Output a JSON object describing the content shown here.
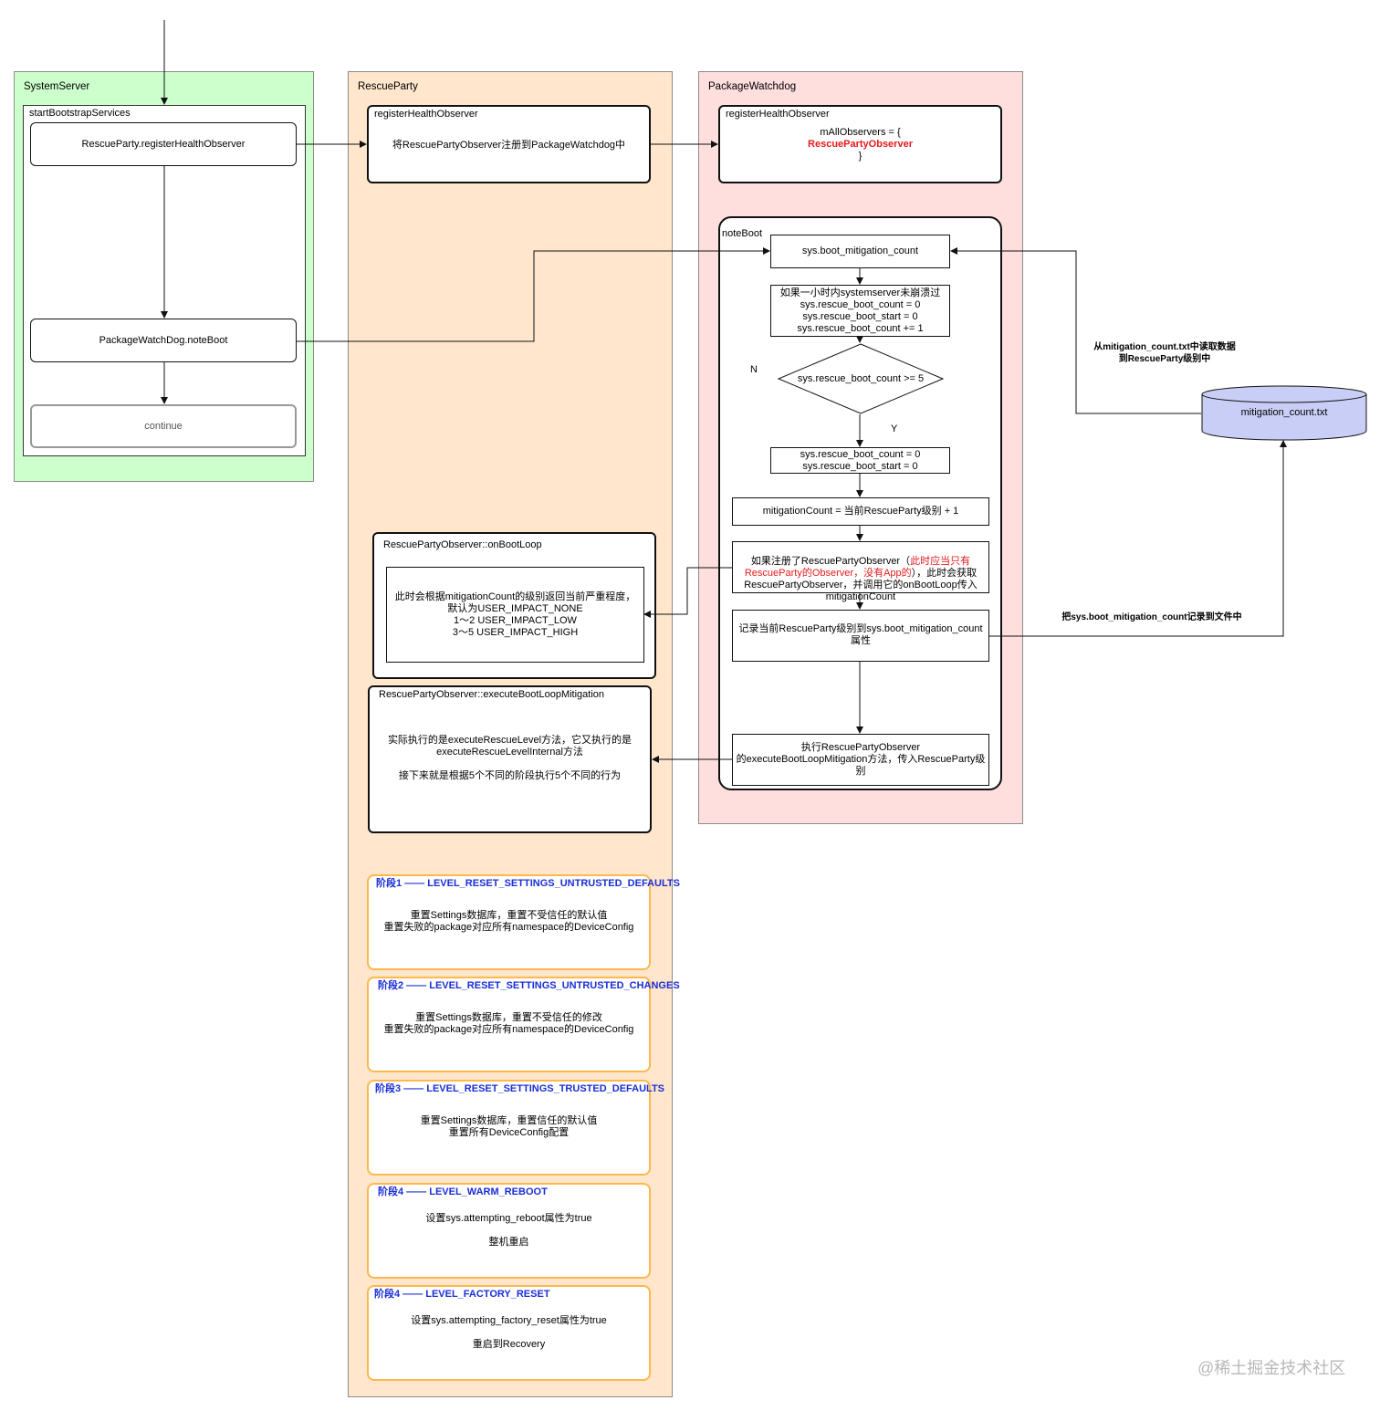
{
  "lanes": {
    "system_server": "SystemServer",
    "rescue_party": "RescueParty",
    "package_watchdog": "PackageWatchdog"
  },
  "system_server": {
    "group_title": "startBootstrapServices",
    "register_observer": "RescueParty.registerHealthObserver",
    "note_boot": "PackageWatchDog.noteBoot",
    "continue": "continue"
  },
  "rescue_party": {
    "register": {
      "title": "registerHealthObserver",
      "body": "将RescuePartyObserver注册到PackageWatchdog中"
    },
    "on_boot_loop": {
      "title": "RescuePartyObserver::onBootLoop",
      "body": "此时会根据mitigationCount的级别返回当前严重程度，\n默认为USER_IMPACT_NONE\n1～2 USER_IMPACT_LOW\n3～5 USER_IMPACT_HIGH"
    },
    "execute": {
      "title": "RescuePartyObserver::executeBootLoopMitigation",
      "body": "实际执行的是executeRescueLevel方法，它又执行的是\nexecuteRescueLevelInternal方法\n\n接下来就是根据5个不同的阶段执行5个不同的行为"
    },
    "stages": [
      {
        "title": "阶段1 —— LEVEL_RESET_SETTINGS_UNTRUSTED_DEFAULTS",
        "body": "重置Settings数据库，重置不受信任的默认值\n重置失败的package对应所有namespace的DeviceConfig"
      },
      {
        "title": "阶段2 —— LEVEL_RESET_SETTINGS_UNTRUSTED_CHANGES",
        "body": "重置Settings数据库，重置不受信任的修改\n重置失败的package对应所有namespace的DeviceConfig"
      },
      {
        "title": "阶段3 —— LEVEL_RESET_SETTINGS_TRUSTED_DEFAULTS",
        "body": "重置Settings数据库，重置信任的默认值\n重置所有DeviceConfig配置"
      },
      {
        "title": "阶段4 —— LEVEL_WARM_REBOOT",
        "body": "设置sys.attempting_reboot属性为true\n\n整机重启"
      },
      {
        "title": "阶段4 —— LEVEL_FACTORY_RESET",
        "body": "设置sys.attempting_factory_reset属性为true\n\n重启到Recovery"
      }
    ]
  },
  "package_watchdog": {
    "register": {
      "title": "registerHealthObserver",
      "line1": "mAllObservers = {",
      "line2": "RescuePartyObserver",
      "line3": "}"
    },
    "note_boot": {
      "title": "noteBoot",
      "mitigation_prop": "sys.boot_mitigation_count",
      "check_hour": "如果一小时内systemserver未崩溃过\nsys.rescue_boot_count = 0\nsys.rescue_boot_start = 0\nsys.rescue_boot_count += 1",
      "decision": "sys.rescue_boot_count >= 5",
      "no_label": "N",
      "yes_label": "Y",
      "reset_counts": "sys.rescue_boot_count = 0\nsys.rescue_boot_start = 0",
      "mitigation_count": "mitigationCount = 当前RescueParty级别 + 1",
      "registered_prefix": "如果注册了RescuePartyObserver（",
      "registered_red": "此时应当只有RescueParty的Observer，没有App的",
      "registered_suffix": "），此时会获取RescuePartyObserver，并调用它的onBootLoop传入mitigationCount",
      "record_level": "记录当前RescueParty级别到sys.boot_mitigation_count\n属性",
      "execute": "执行RescuePartyObserver\n的executeBootLoopMitigation方法，传入RescueParty级\n别"
    }
  },
  "storage": {
    "file": "mitigation_count.txt",
    "read_note": "从mitigation_count.txt中读取数据\n到RescueParty级别中",
    "write_note": "把sys.boot_mitigation_count记录到文件中"
  },
  "watermark": "@稀土掘金技术社区",
  "colors": {
    "system_lane": "#ccffcc",
    "rescue_lane": "#ffe6cc",
    "watchdog_lane": "#ffdede",
    "stage_border": "#ffb84d",
    "stage_title": "#1a2ed6",
    "highlight": "#e41a1c",
    "storage_fill": "#c8cef5"
  }
}
